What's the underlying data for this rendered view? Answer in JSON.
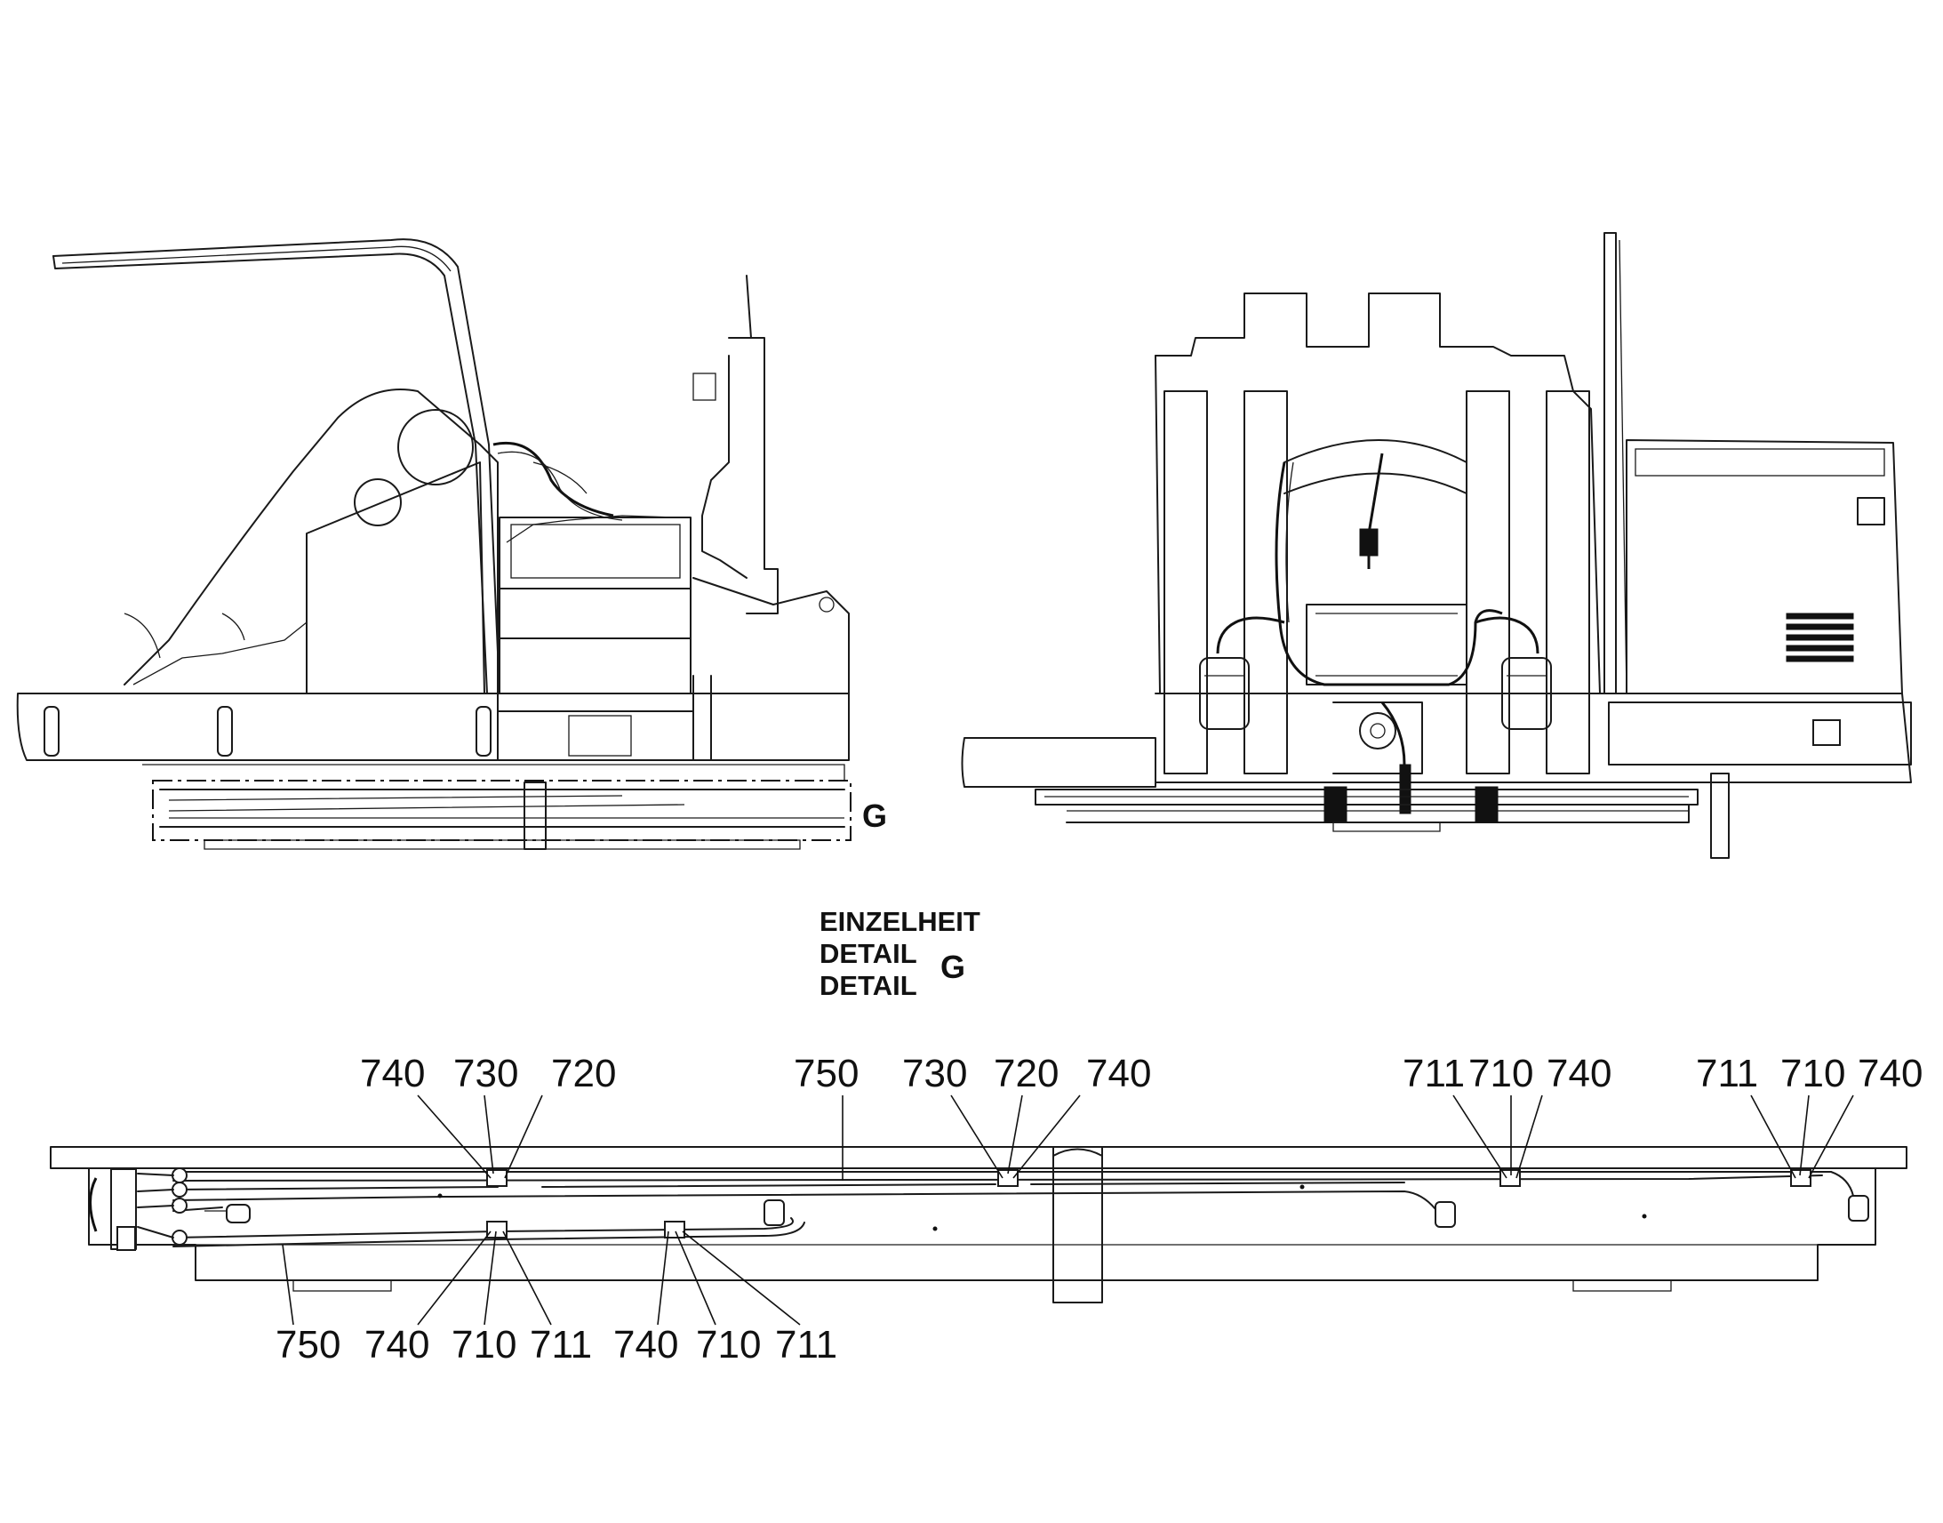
{
  "detail_marker": {
    "letter": "G"
  },
  "detail_title": {
    "lines": [
      "EINZELHEIT",
      "DETAIL",
      "DETAIL"
    ],
    "letter": "G"
  },
  "callouts_top": [
    {
      "id": "c1",
      "text": "740"
    },
    {
      "id": "c2",
      "text": "730"
    },
    {
      "id": "c3",
      "text": "720"
    },
    {
      "id": "c4",
      "text": "750"
    },
    {
      "id": "c5",
      "text": "730"
    },
    {
      "id": "c6",
      "text": "720"
    },
    {
      "id": "c7",
      "text": "740"
    },
    {
      "id": "c8",
      "text": "711"
    },
    {
      "id": "c9",
      "text": "710"
    },
    {
      "id": "c10",
      "text": "740"
    },
    {
      "id": "c11",
      "text": "711"
    },
    {
      "id": "c12",
      "text": "710"
    },
    {
      "id": "c13",
      "text": "740"
    }
  ],
  "callouts_bottom": [
    {
      "id": "b1",
      "text": "750"
    },
    {
      "id": "b2",
      "text": "740"
    },
    {
      "id": "b3",
      "text": "710"
    },
    {
      "id": "b4",
      "text": "711"
    },
    {
      "id": "b5",
      "text": "740"
    },
    {
      "id": "b6",
      "text": "710"
    },
    {
      "id": "b7",
      "text": "711"
    }
  ]
}
